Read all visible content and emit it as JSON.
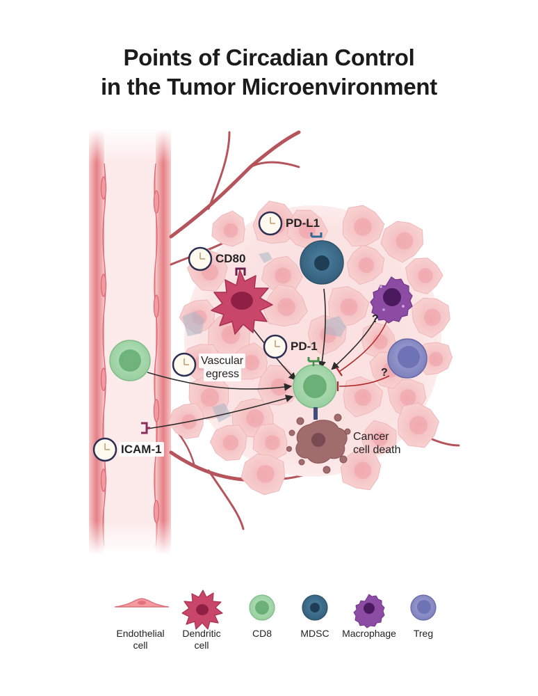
{
  "title": {
    "line1": "Points of Circadian Control",
    "line2": "in the Tumor Microenvironment"
  },
  "labels": {
    "pdl1": "PD-L1",
    "cd80": "CD80",
    "pd1": "PD-1",
    "vascular_egress_1": "Vascular",
    "vascular_egress_2": "egress",
    "icam1": "ICAM-1",
    "cancer_death_1": "Cancer",
    "cancer_death_2": "cell death",
    "question_macrophage": "?",
    "question_treg": "?"
  },
  "legend": [
    {
      "label_1": "Endothelial",
      "label_2": "cell",
      "icon": "endothelial-cell-icon"
    },
    {
      "label_1": "Dendritic",
      "label_2": "cell",
      "icon": "dendritic-cell-icon"
    },
    {
      "label_1": "CD8",
      "label_2": "",
      "icon": "cd8-cell-icon"
    },
    {
      "label_1": "MDSC",
      "label_2": "",
      "icon": "mdsc-cell-icon"
    },
    {
      "label_1": "Macrophage",
      "label_2": "",
      "icon": "macrophage-cell-icon"
    },
    {
      "label_1": "Treg",
      "label_2": "",
      "icon": "treg-cell-icon"
    }
  ],
  "colors": {
    "vessel_wall": "#e27b82",
    "vessel_lumen": "#fde9e9",
    "tumor_cell": "#f7c9c9",
    "tumor_nucleus": "#eea9ae",
    "dendritic": "#c23f62",
    "cd8": "#a7d9ae",
    "mdsc": "#3d6f8d",
    "macrophage": "#8b4aa3",
    "treg": "#8d8fc8",
    "dying_cancer": "#9a6666",
    "activating_arrow": "#333333",
    "inhibitory_arrow": "#b02a2a",
    "pd1_receptor": "#4d9a55",
    "pdl1_receptor": "#3a78a3",
    "cd80_receptor": "#8b2d5a"
  }
}
